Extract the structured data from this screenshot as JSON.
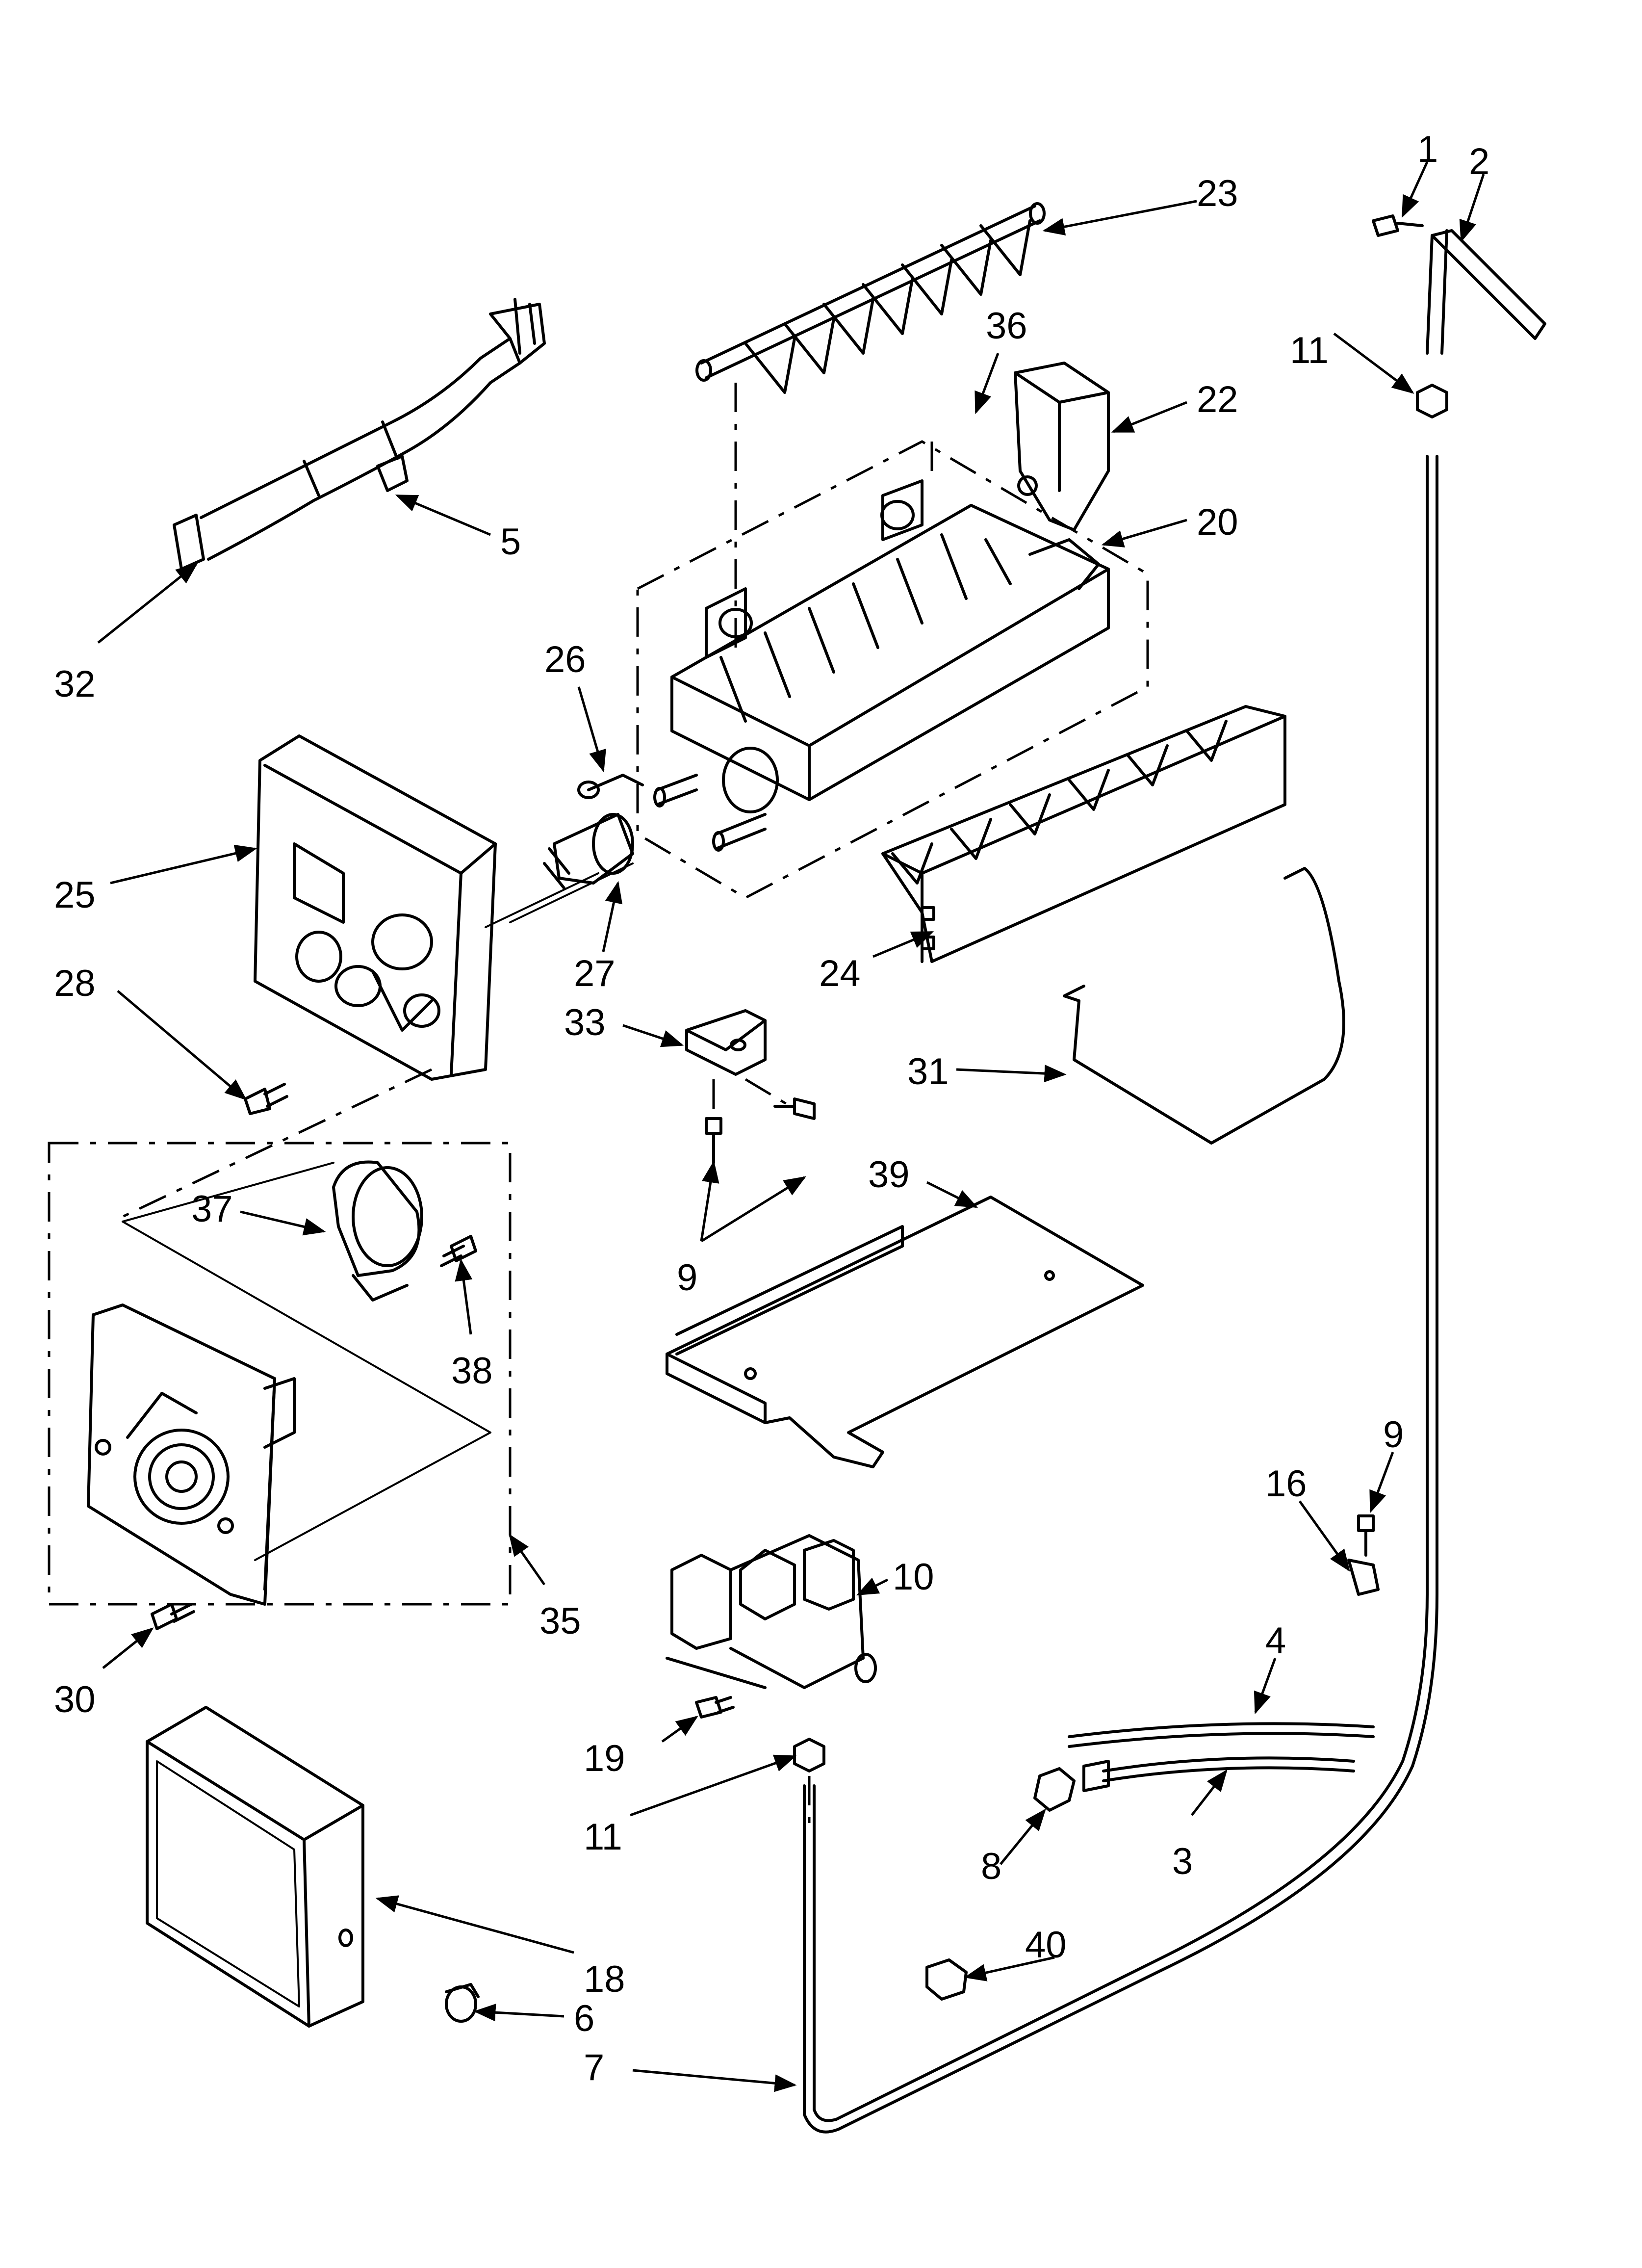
{
  "callouts": [
    {
      "id": "1",
      "label": "1"
    },
    {
      "id": "2",
      "label": "2"
    },
    {
      "id": "3",
      "label": "3"
    },
    {
      "id": "4",
      "label": "4"
    },
    {
      "id": "5",
      "label": "5"
    },
    {
      "id": "6",
      "label": "6"
    },
    {
      "id": "7",
      "label": "7"
    },
    {
      "id": "8",
      "label": "8"
    },
    {
      "id": "9a",
      "label": "9"
    },
    {
      "id": "9b",
      "label": "9"
    },
    {
      "id": "10",
      "label": "10"
    },
    {
      "id": "11a",
      "label": "11"
    },
    {
      "id": "11b",
      "label": "11"
    },
    {
      "id": "16",
      "label": "16"
    },
    {
      "id": "18",
      "label": "18"
    },
    {
      "id": "19",
      "label": "19"
    },
    {
      "id": "20",
      "label": "20"
    },
    {
      "id": "22",
      "label": "22"
    },
    {
      "id": "23",
      "label": "23"
    },
    {
      "id": "24",
      "label": "24"
    },
    {
      "id": "25",
      "label": "25"
    },
    {
      "id": "26",
      "label": "26"
    },
    {
      "id": "27",
      "label": "27"
    },
    {
      "id": "28",
      "label": "28"
    },
    {
      "id": "30",
      "label": "30"
    },
    {
      "id": "31",
      "label": "31"
    },
    {
      "id": "32",
      "label": "32"
    },
    {
      "id": "33",
      "label": "33"
    },
    {
      "id": "35",
      "label": "35"
    },
    {
      "id": "36",
      "label": "36"
    },
    {
      "id": "37",
      "label": "37"
    },
    {
      "id": "38",
      "label": "38"
    },
    {
      "id": "39",
      "label": "39"
    },
    {
      "id": "40",
      "label": "40"
    }
  ]
}
